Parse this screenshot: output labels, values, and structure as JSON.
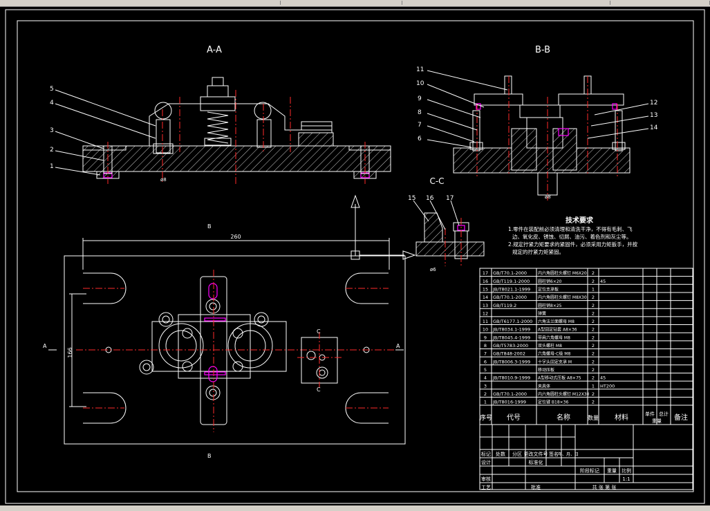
{
  "view_labels": {
    "aa": "A-A",
    "bb": "B-B",
    "cc": "C-C"
  },
  "section_marks": {
    "a_left": "A",
    "a_right": "A",
    "b_top": "B",
    "b_bottom": "B",
    "c_top": "C",
    "c_bottom": "C"
  },
  "dimensions": {
    "width": "260",
    "height": "166"
  },
  "aa_callouts": [
    "5",
    "4",
    "3",
    "2",
    "1"
  ],
  "bb_callouts_left": [
    "11",
    "10",
    "9",
    "8",
    "7",
    "6"
  ],
  "bb_callouts_right": [
    "12",
    "13",
    "14"
  ],
  "cc_callouts": [
    "15",
    "16",
    "17"
  ],
  "tech_requirements": {
    "title": "技术要求",
    "lines": [
      "1.零件在装配前必须清理和清洗干净，不得有毛刺、飞",
      "边、氧化皮、锈蚀、切屑、油污、着色剂和灰尘等。",
      "2.规定拧紧力矩要求的紧固件，必须采用力矩扳手，并按",
      "规定的拧紧力矩紧固。"
    ]
  },
  "bom": {
    "rows": [
      {
        "no": "17",
        "code": "GB/T70.1-2000",
        "name": "内六角圆柱头螺钉 M6X20",
        "qty": "2",
        "material": ""
      },
      {
        "no": "16",
        "code": "GB/T119.1-2000",
        "name": "圆柱销6×20",
        "qty": "2",
        "material": "45"
      },
      {
        "no": "15",
        "code": "JB/T8021.1-1999",
        "name": "定位支承板",
        "qty": "1",
        "material": ""
      },
      {
        "no": "14",
        "code": "GB/T70.1-2000",
        "name": "内六角圆柱头螺钉 M8X30",
        "qty": "2",
        "material": ""
      },
      {
        "no": "13",
        "code": "GB/T119.2",
        "name": "圆柱销8×25",
        "qty": "2",
        "material": ""
      },
      {
        "no": "12",
        "code": "",
        "name": "弹簧",
        "qty": "2",
        "material": ""
      },
      {
        "no": "11",
        "code": "GB/T6177.1-2000",
        "name": "六角法兰面螺母 M8",
        "qty": "2",
        "material": ""
      },
      {
        "no": "10",
        "code": "JB/T8034.1-1999",
        "name": "A型固定钻套 A8×36",
        "qty": "2",
        "material": ""
      },
      {
        "no": "9",
        "code": "JB/T8045.4-1999",
        "name": "带肩六角螺母 M8",
        "qty": "2",
        "material": ""
      },
      {
        "no": "8",
        "code": "GB/T5783-2000",
        "name": "双头螺柱 M8",
        "qty": "2",
        "material": ""
      },
      {
        "no": "7",
        "code": "GB/T848-2002",
        "name": "六角螺母-C级 M8",
        "qty": "2",
        "material": ""
      },
      {
        "no": "6",
        "code": "JB/T8006.3-1999",
        "name": "十字头固定支承 M",
        "qty": "2",
        "material": ""
      },
      {
        "no": "5",
        "code": "",
        "name": "移动压板",
        "qty": "2",
        "material": ""
      },
      {
        "no": "4",
        "code": "JB/T8010.9-1999",
        "name": "A型移动式压板 A8×75",
        "qty": "2",
        "material": "45"
      },
      {
        "no": "3",
        "code": "",
        "name": "夹具体",
        "qty": "1",
        "material": "HT200"
      },
      {
        "no": "2",
        "code": "GB/T70.1-2000",
        "name": "内六角圆柱头螺钉 M12X30",
        "qty": "2",
        "material": ""
      },
      {
        "no": "1",
        "code": "JB/T8016-1999",
        "name": "定位键 B18×36",
        "qty": "2",
        "material": ""
      }
    ],
    "header": {
      "no": "序号",
      "code": "代号",
      "name": "名称",
      "qty": "数量",
      "material": "材料",
      "single": "单件",
      "total": "总计",
      "weight": "重量",
      "remarks": "备注"
    }
  },
  "title_block": {
    "mark": "标记",
    "count": "处数",
    "zone": "分区",
    "change_no": "更改文件号",
    "signature": "签名",
    "date": "年、月、日",
    "designer": "设计",
    "standardization": "标准化",
    "review": "审核",
    "process": "工艺",
    "approve": "批准",
    "stage_mark": "阶段标记",
    "weight": "重量",
    "scale": "比例",
    "scale_value": "1:1",
    "sheets": "共    张    第    张"
  }
}
